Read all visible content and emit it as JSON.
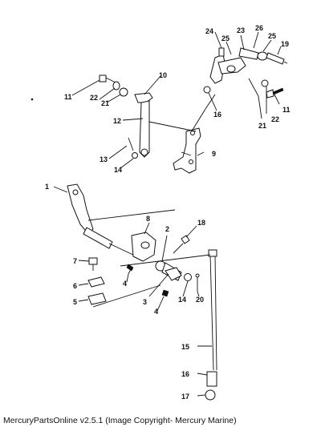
{
  "caption": "MercuryPartsOnline v2.5.1 (Image Copyright- Mercury Marine)",
  "callouts": {
    "c1": "1",
    "c2": "2",
    "c3": "3",
    "c4a": "4",
    "c4b": "4",
    "c5": "5",
    "c6": "6",
    "c7": "7",
    "c8": "8",
    "c9": "9",
    "c10": "10",
    "c11a": "11",
    "c11b": "11",
    "c12": "12",
    "c13": "13",
    "c14a": "14",
    "c14b": "14",
    "c15": "15",
    "c16a": "16",
    "c16b": "16",
    "c17": "17",
    "c18": "18",
    "c19": "19",
    "c20": "20",
    "c21a": "21",
    "c21b": "21",
    "c22a": "22",
    "c22b": "22",
    "c23": "23",
    "c24": "24",
    "c25a": "25",
    "c25b": "25",
    "c26": "26"
  }
}
